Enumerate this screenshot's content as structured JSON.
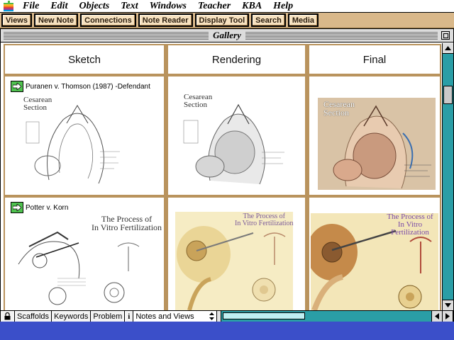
{
  "menubar": {
    "items": [
      "File",
      "Edit",
      "Objects",
      "Text",
      "Windows",
      "Teacher",
      "KBA",
      "Help"
    ]
  },
  "toolbar": {
    "buttons": [
      "Views",
      "New Note",
      "Connections",
      "Note Reader",
      "Display Tool",
      "Search",
      "Media"
    ]
  },
  "window": {
    "title": "Gallery"
  },
  "gallery": {
    "columns": [
      "Sketch",
      "Rendering",
      "Final"
    ],
    "rows": [
      {
        "label": "Puranen v. Thomson (1987) -Defendant",
        "art_title_line1": "Cesarean",
        "art_title_line2": "Section"
      },
      {
        "label": "Potter v. Korn",
        "art_title_line1": "The Process of",
        "art_title_line2": "In Vitro Fertilization"
      }
    ]
  },
  "statusbar": {
    "tabs": [
      "Scaffolds",
      "Keywords",
      "Problem"
    ],
    "info_icon": "i",
    "notes_select_value": "Notes and Views"
  },
  "icons": {
    "apple": "apple-logo-icon",
    "go": "go-arrow-icon",
    "lock": "lock-icon"
  },
  "colors": {
    "desktop": "#3b4fc9",
    "toolbar": "#d9b88a",
    "gallery_frame": "#b9935d",
    "scrollbar": "#2a9ea6",
    "go_button": "#4fc24f"
  }
}
